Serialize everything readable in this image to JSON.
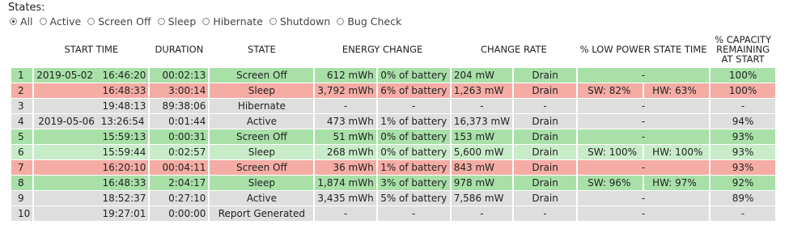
{
  "states_label": "States:",
  "filters": [
    {
      "label": "All",
      "selected": true
    },
    {
      "label": "Active",
      "selected": false
    },
    {
      "label": "Screen Off",
      "selected": false
    },
    {
      "label": "Sleep",
      "selected": false
    },
    {
      "label": "Hibernate",
      "selected": false
    },
    {
      "label": "Shutdown",
      "selected": false
    },
    {
      "label": "Bug Check",
      "selected": false
    }
  ],
  "headers": {
    "start_time": "START TIME",
    "duration": "DURATION",
    "state": "STATE",
    "energy_change": "ENERGY CHANGE",
    "change_rate": "CHANGE RATE",
    "low_power": "% LOW POWER STATE TIME",
    "capacity_line1": "% CAPACITY",
    "capacity_line2": "REMAINING",
    "capacity_line3": "AT START"
  },
  "row_colors": {
    "green": "#a8e0a8",
    "pink": "#f5aca4",
    "gray": "#dedede",
    "light_green": "#c8ecc8"
  },
  "rows": [
    {
      "idx": "1",
      "date": "2019-05-02",
      "time": "16:46:20",
      "duration": "00:02:13",
      "state": "Screen Off",
      "energy": "612 mWh",
      "percent": "0% of battery",
      "rate": "204 mW",
      "rate_type": "Drain",
      "sw": "-",
      "hw": "",
      "capacity": "100%"
    },
    {
      "idx": "2",
      "date": "",
      "time": "16:48:33",
      "duration": "3:00:14",
      "state": "Sleep",
      "energy": "3,792 mWh",
      "percent": "6% of battery",
      "rate": "1,263 mW",
      "rate_type": "Drain",
      "sw": "SW: 82%",
      "hw": "HW: 63%",
      "capacity": "100%"
    },
    {
      "idx": "3",
      "date": "",
      "time": "19:48:13",
      "duration": "89:38:06",
      "state": "Hibernate",
      "energy": "-",
      "percent": "-",
      "rate": "-",
      "rate_type": "-",
      "sw": "-",
      "hw": "",
      "capacity": "-"
    },
    {
      "idx": "4",
      "date": "2019-05-06",
      "time": "13:26:54",
      "duration": "0:01:44",
      "state": "Active",
      "energy": "473 mWh",
      "percent": "1% of battery",
      "rate": "16,373 mW",
      "rate_type": "Drain",
      "sw": "-",
      "hw": "",
      "capacity": "94%"
    },
    {
      "idx": "5",
      "date": "",
      "time": "15:59:13",
      "duration": "0:00:31",
      "state": "Screen Off",
      "energy": "51 mWh",
      "percent": "0% of battery",
      "rate": "153 mW",
      "rate_type": "Drain",
      "sw": "-",
      "hw": "",
      "capacity": "93%"
    },
    {
      "idx": "6",
      "date": "",
      "time": "15:59:44",
      "duration": "0:02:57",
      "state": "Sleep",
      "energy": "268 mWh",
      "percent": "0% of battery",
      "rate": "5,600 mW",
      "rate_type": "Drain",
      "sw": "SW: 100%",
      "hw": "HW: 100%",
      "capacity": "93%"
    },
    {
      "idx": "7",
      "date": "",
      "time": "16:20:10",
      "duration": "00:04:11",
      "state": "Screen Off",
      "energy": "36 mWh",
      "percent": "1% of battery",
      "rate": "843 mW",
      "rate_type": "Drain",
      "sw": "-",
      "hw": "",
      "capacity": "93%"
    },
    {
      "idx": "8",
      "date": "",
      "time": "16:48:33",
      "duration": "2:04:17",
      "state": "Sleep",
      "energy": "1,874 mWh",
      "percent": "3% of battery",
      "rate": "978 mW",
      "rate_type": "Drain",
      "sw": "SW: 96%",
      "hw": "HW: 97%",
      "capacity": "92%"
    },
    {
      "idx": "9",
      "date": "",
      "time": "18:52:37",
      "duration": "0:27:10",
      "state": "Active",
      "energy": "3,435 mWh",
      "percent": "5% of battery",
      "rate": "7,586 mW",
      "rate_type": "Drain",
      "sw": "-",
      "hw": "",
      "capacity": "89%"
    },
    {
      "idx": "10",
      "date": "",
      "time": "19:27:01",
      "duration": "0:00:00",
      "state": "Report Generated",
      "energy": "-",
      "percent": "-",
      "rate": "-",
      "rate_type": "-",
      "sw": "-",
      "hw": "",
      "capacity": "-"
    }
  ]
}
